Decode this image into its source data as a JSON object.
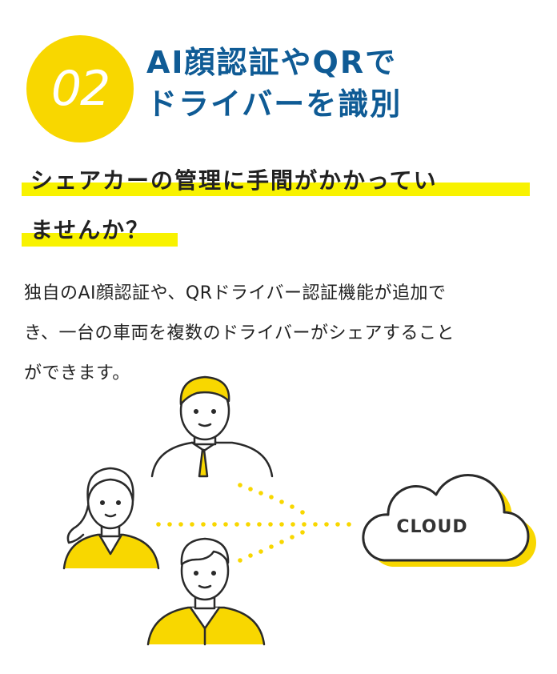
{
  "badge": {
    "number": "02"
  },
  "title": {
    "line1": "AI顔認証やQRで",
    "line2": "ドライバーを識別"
  },
  "subtitle": {
    "line1": "シェアカーの管理に手間がかかってい",
    "line2": "ませんか？"
  },
  "body": {
    "line1": "独自のAI顔認証や、QRドライバー認証機能が追加で",
    "line2": "き、一台の車両を複数のドライバーがシェアすること",
    "line3": "ができます。"
  },
  "illustration": {
    "cloud_label": "CLOUD"
  },
  "colors": {
    "accent_yellow": "#f8d700",
    "title_blue": "#0f5b95",
    "highlight": "#f8f200"
  }
}
